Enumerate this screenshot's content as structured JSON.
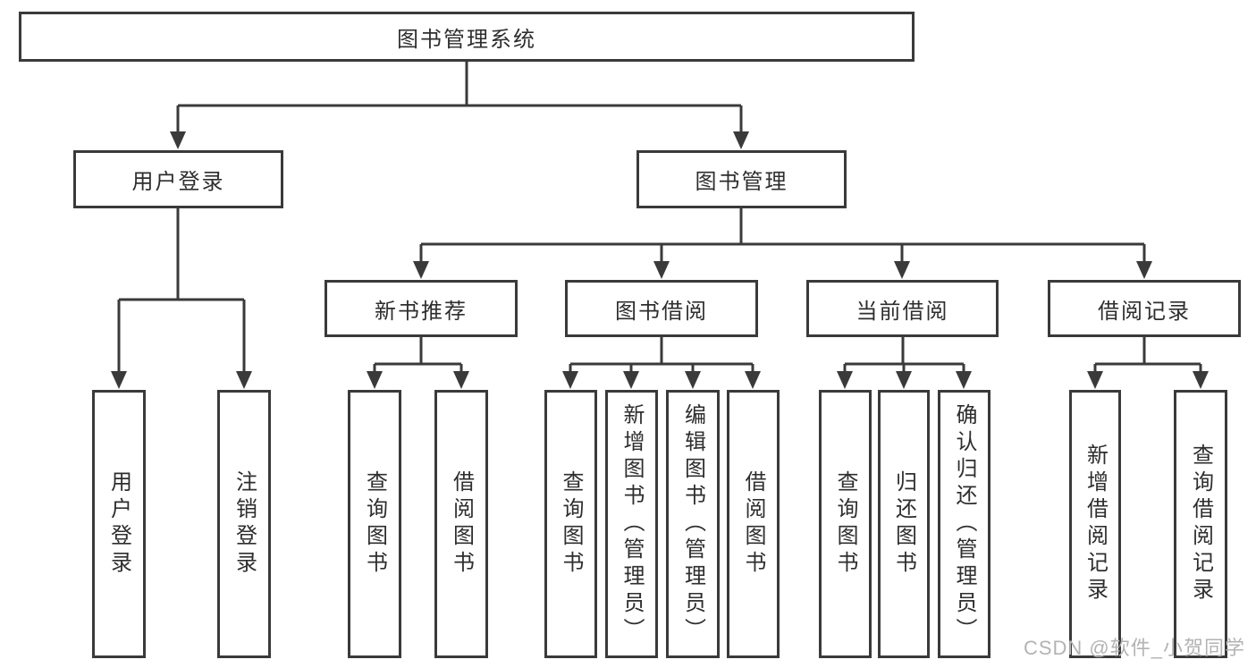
{
  "diagram": {
    "root": {
      "label": "图书管理系统"
    },
    "level2": {
      "user_login": {
        "label": "用户登录"
      },
      "book_management": {
        "label": "图书管理"
      }
    },
    "level3": {
      "new_book_recommend": {
        "label": "新书推荐"
      },
      "book_borrow": {
        "label": "图书借阅"
      },
      "current_borrow": {
        "label": "当前借阅"
      },
      "borrow_records": {
        "label": "借阅记录"
      }
    },
    "leaves": {
      "user_login": [
        "用户登录",
        "注销登录"
      ],
      "new_book_recommend": [
        "查询图书",
        "借阅图书"
      ],
      "book_borrow": [
        "查询图书",
        "新增图书（管理员）",
        "编辑图书（管理员）",
        "借阅图书"
      ],
      "current_borrow": [
        "查询图书",
        "归还图书",
        "确认归还（管理员）"
      ],
      "borrow_records": [
        "新增借阅记录",
        "查询借阅记录"
      ]
    },
    "watermark": "CSDN @软件_小贺同学",
    "colors": {
      "line": "#3a3a3a",
      "text": "#2e2e2e",
      "watermark": "#b3b3b3",
      "background": "#ffffff"
    }
  }
}
